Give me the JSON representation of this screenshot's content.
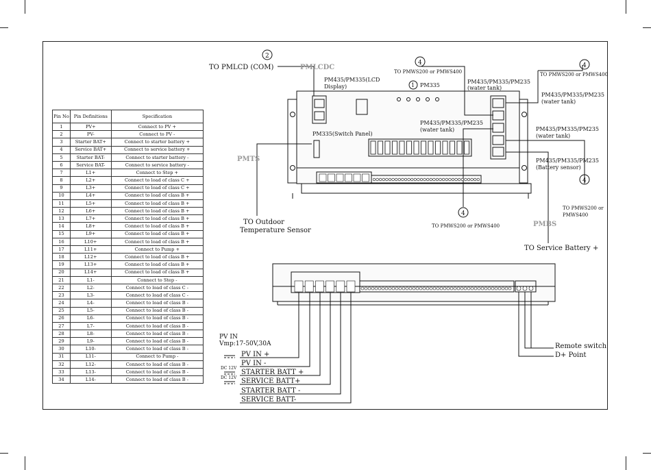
{
  "pin_table": {
    "headers": [
      "Pin No",
      "Pin Definitions",
      "Specification"
    ],
    "rows": [
      [
        "1",
        "PV+",
        "Connect to PV +"
      ],
      [
        "2",
        "PV-",
        "Connect to PV -"
      ],
      [
        "3",
        "Starter BAT+",
        "Connect to starter battery +"
      ],
      [
        "4",
        "Service BAT+",
        "Connect to service battery +"
      ],
      [
        "5",
        "Starter BAT-",
        "Connect to starter battery -"
      ],
      [
        "6",
        "Service BAT-",
        "Connect to service battery -"
      ],
      [
        "7",
        "L1+",
        "Connect to Step +"
      ],
      [
        "8",
        "L2+",
        "Connect to load of class C +"
      ],
      [
        "9",
        "L3+",
        "Connect to load of class C +"
      ],
      [
        "10",
        "L4+",
        "Connect to load of class B +"
      ],
      [
        "11",
        "L5+",
        "Connect to load of class B +"
      ],
      [
        "12",
        "L6+",
        "Connect to load of class B +"
      ],
      [
        "13",
        "L7+",
        "Connect to load of class B +"
      ],
      [
        "14",
        "L8+",
        "Connect to load of class B +"
      ],
      [
        "15",
        "L9+",
        "Connect to load of class B +"
      ],
      [
        "16",
        "L10+",
        "Connect to load of class B +"
      ],
      [
        "17",
        "L11+",
        "Connect to Pump +"
      ],
      [
        "18",
        "L12+",
        "Connect to load of class B +"
      ],
      [
        "19",
        "L13+",
        "Connect to load of class B +"
      ],
      [
        "20",
        "L14+",
        "Connect to load of class B +"
      ],
      [
        "21",
        "L1-",
        "Connect to Step -"
      ],
      [
        "22",
        "L2-",
        "Connect to load of class C -"
      ],
      [
        "23",
        "L3-",
        "Connect to load of class C -"
      ],
      [
        "24",
        "L4-",
        "Connect to load of class B -"
      ],
      [
        "25",
        "L5-",
        "Connect to load of class B -"
      ],
      [
        "26",
        "L6-",
        "Connect to load of class B -"
      ],
      [
        "27",
        "L7-",
        "Connect to load of class B -"
      ],
      [
        "28",
        "L8-",
        "Connect to load of class B -"
      ],
      [
        "29",
        "L9-",
        "Connect to load of class B -"
      ],
      [
        "30",
        "L10-",
        "Connect to load of class B -"
      ],
      [
        "31",
        "L11-",
        "Connect to Pump -"
      ],
      [
        "32",
        "L12-",
        "Connect to load of class B -"
      ],
      [
        "33",
        "L13-",
        "Connect to load of class B -"
      ],
      [
        "34",
        "L14-",
        "Connect to load of class B -"
      ]
    ]
  },
  "labels": {
    "pmlcd_com": "TO PMLCD (COM)",
    "pmlcdc": "PMLCDC",
    "pm435_lcd_1": "PM435/PM335(LCD",
    "pm435_lcd_2": "Display)",
    "pm335": "PM335",
    "pm435_wt_top_1": "PM435/PM335/PM235",
    "pm435_wt_top_2": "(water tank)",
    "to_pmws_1": "TO PMWS200 or PMWS400",
    "to_pmws_2": "TO PMWS200 or PMWS400",
    "to_pmws_3": "TO PMWS200 or PMWS400",
    "to_pmws_4_1": "TO PMWS200 or",
    "to_pmws_4_2": "PMWS400",
    "pm435_wt_right1_1": "PM435/PM335/PM235",
    "pm435_wt_right1_2": "(water tank)",
    "pm435_wt_mid_1": "PM435/PM335/PM235",
    "pm435_wt_mid_2": "(water tank)",
    "pm435_wt_right2_1": "PM435/PM335/PM235",
    "pm435_wt_right2_2": "(water tank)",
    "pm435_batt_1": "PM435/PM335/PM235",
    "pm435_batt_2": "(Battery sensor)",
    "switch_panel": "PM335(Switch Panel)",
    "pmts": "PMTS",
    "pmbs": "PMBS",
    "outdoor_1": "TO Outdoor",
    "outdoor_2": "Temperature Sensor",
    "service_batt": "TO Service Battery +",
    "pv_in": "PV IN",
    "vmp": "Vmp:17-50V,30A",
    "dc12_1": "DC 12V",
    "dc12_2": "DC 12V",
    "pv_in_plus": "PV IN +",
    "pv_in_minus": "PV IN -",
    "starter_plus": "STARTER BATT +",
    "service_plus": "SERVICE BATT+",
    "starter_minus": "STARTER BATT -",
    "service_minus": "SERVICE BATT-",
    "remote": "Remote switch",
    "dplus": "D+ Point",
    "n1": "1",
    "n2": "2",
    "n4a": "4",
    "n4b": "4",
    "n4c": "4",
    "n4d": "4"
  },
  "colors": {
    "line": "#111111",
    "grey_label": "#9a9a9a",
    "panel_fill": "#f5f5f5"
  }
}
